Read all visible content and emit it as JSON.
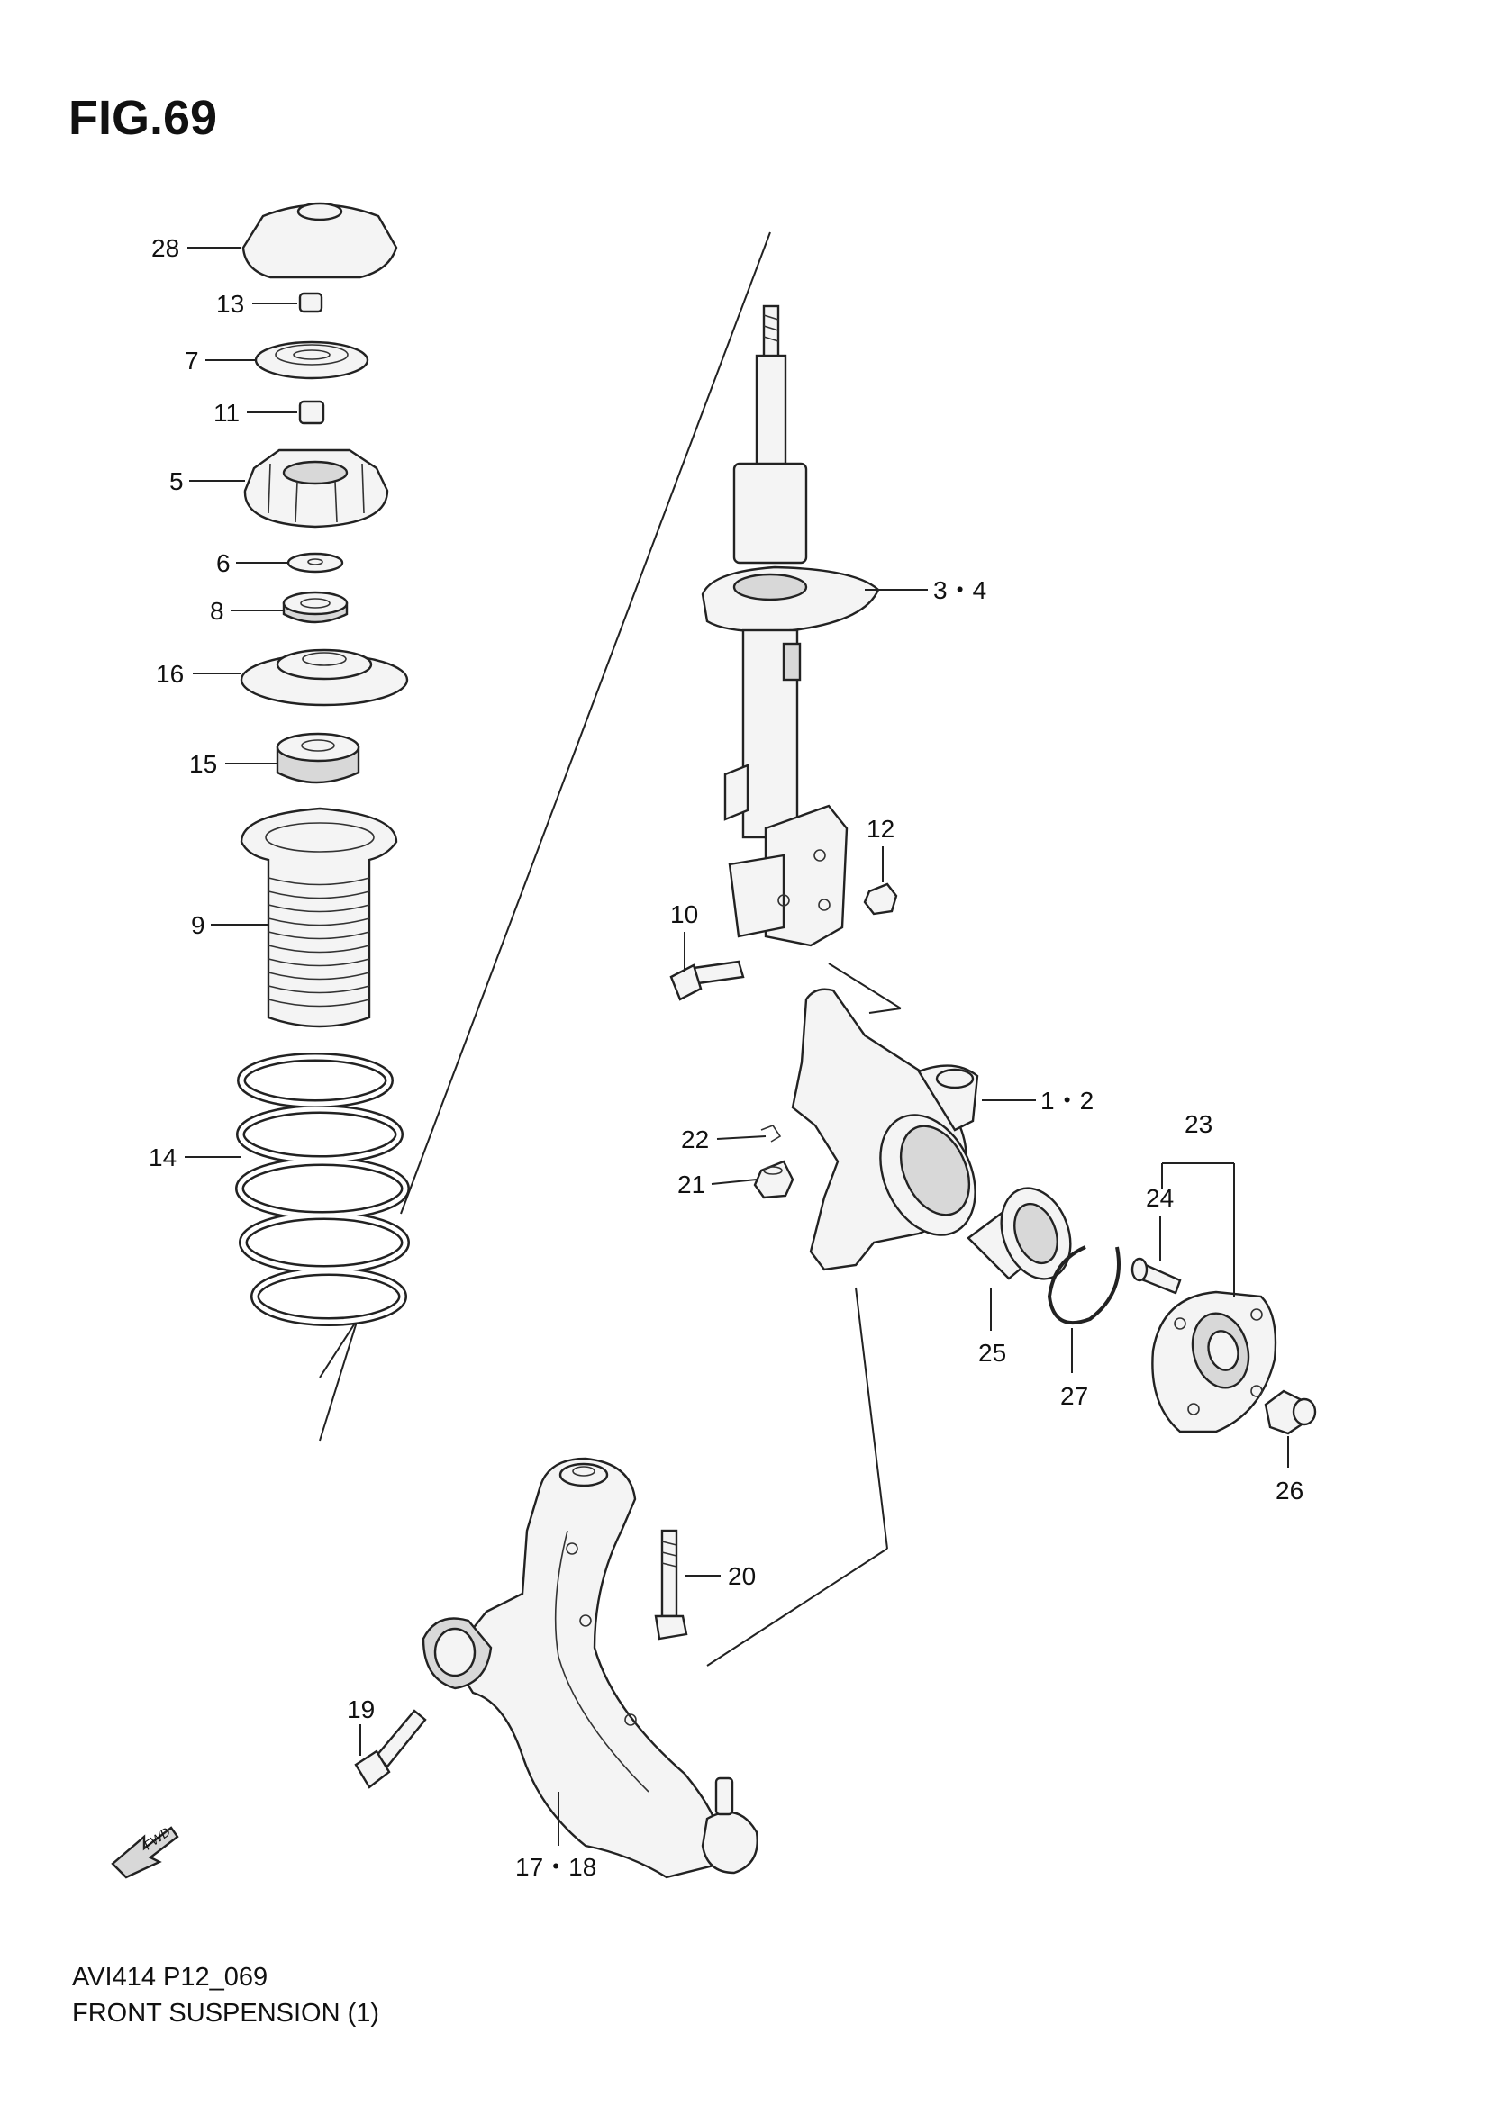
{
  "figure": {
    "title": "FIG.69",
    "code": "AVI414 P12_069",
    "name": "FRONT SUSPENSION (1)",
    "fwd_label": "FWD"
  },
  "callouts": {
    "c28": "28",
    "c13": "13",
    "c7": "7",
    "c11": "11",
    "c5": "5",
    "c6": "6",
    "c8": "8",
    "c16": "16",
    "c15": "15",
    "c9": "9",
    "c14": "14",
    "c34": "3・4",
    "c12": "12",
    "c10": "10",
    "c12b": "1・2",
    "c22": "22",
    "c21": "21",
    "c23": "23",
    "c24": "24",
    "c25": "25",
    "c27": "27",
    "c26": "26",
    "c20": "20",
    "c19": "19",
    "c1718": "17・18"
  },
  "colors": {
    "line": "#222222",
    "part_fill": "#f4f4f4",
    "shade": "#d8d8d8"
  }
}
